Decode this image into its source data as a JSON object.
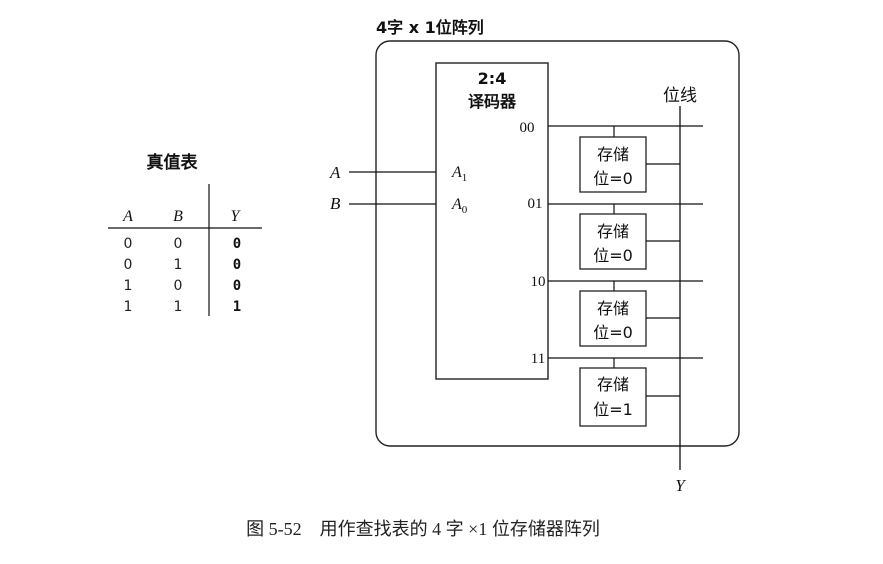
{
  "truth_table": {
    "title": "真值表",
    "headers": [
      "A",
      "B",
      "Y"
    ],
    "rows": [
      [
        "0",
        "0",
        "0"
      ],
      [
        "0",
        "1",
        "0"
      ],
      [
        "1",
        "0",
        "0"
      ],
      [
        "1",
        "1",
        "1"
      ]
    ]
  },
  "array": {
    "title": "4字 x 1位阵列",
    "inputs": {
      "a": "A",
      "b": "B"
    },
    "decoder": {
      "label_top": "2:4",
      "label_bottom": "译码器",
      "input_a": "A",
      "input_a_sub": "1",
      "input_b": "A",
      "input_b_sub": "0",
      "outputs": [
        "00",
        "01",
        "10",
        "11"
      ]
    },
    "bitline_label": "位线",
    "cells": [
      {
        "line1": "存储",
        "line2": "位=0"
      },
      {
        "line1": "存储",
        "line2": "位=0"
      },
      {
        "line1": "存储",
        "line2": "位=0"
      },
      {
        "line1": "存储",
        "line2": "位=1"
      }
    ],
    "output": "Y"
  },
  "caption": "图 5-52　用作查找表的 4 字 ×1 位存储器阵列"
}
